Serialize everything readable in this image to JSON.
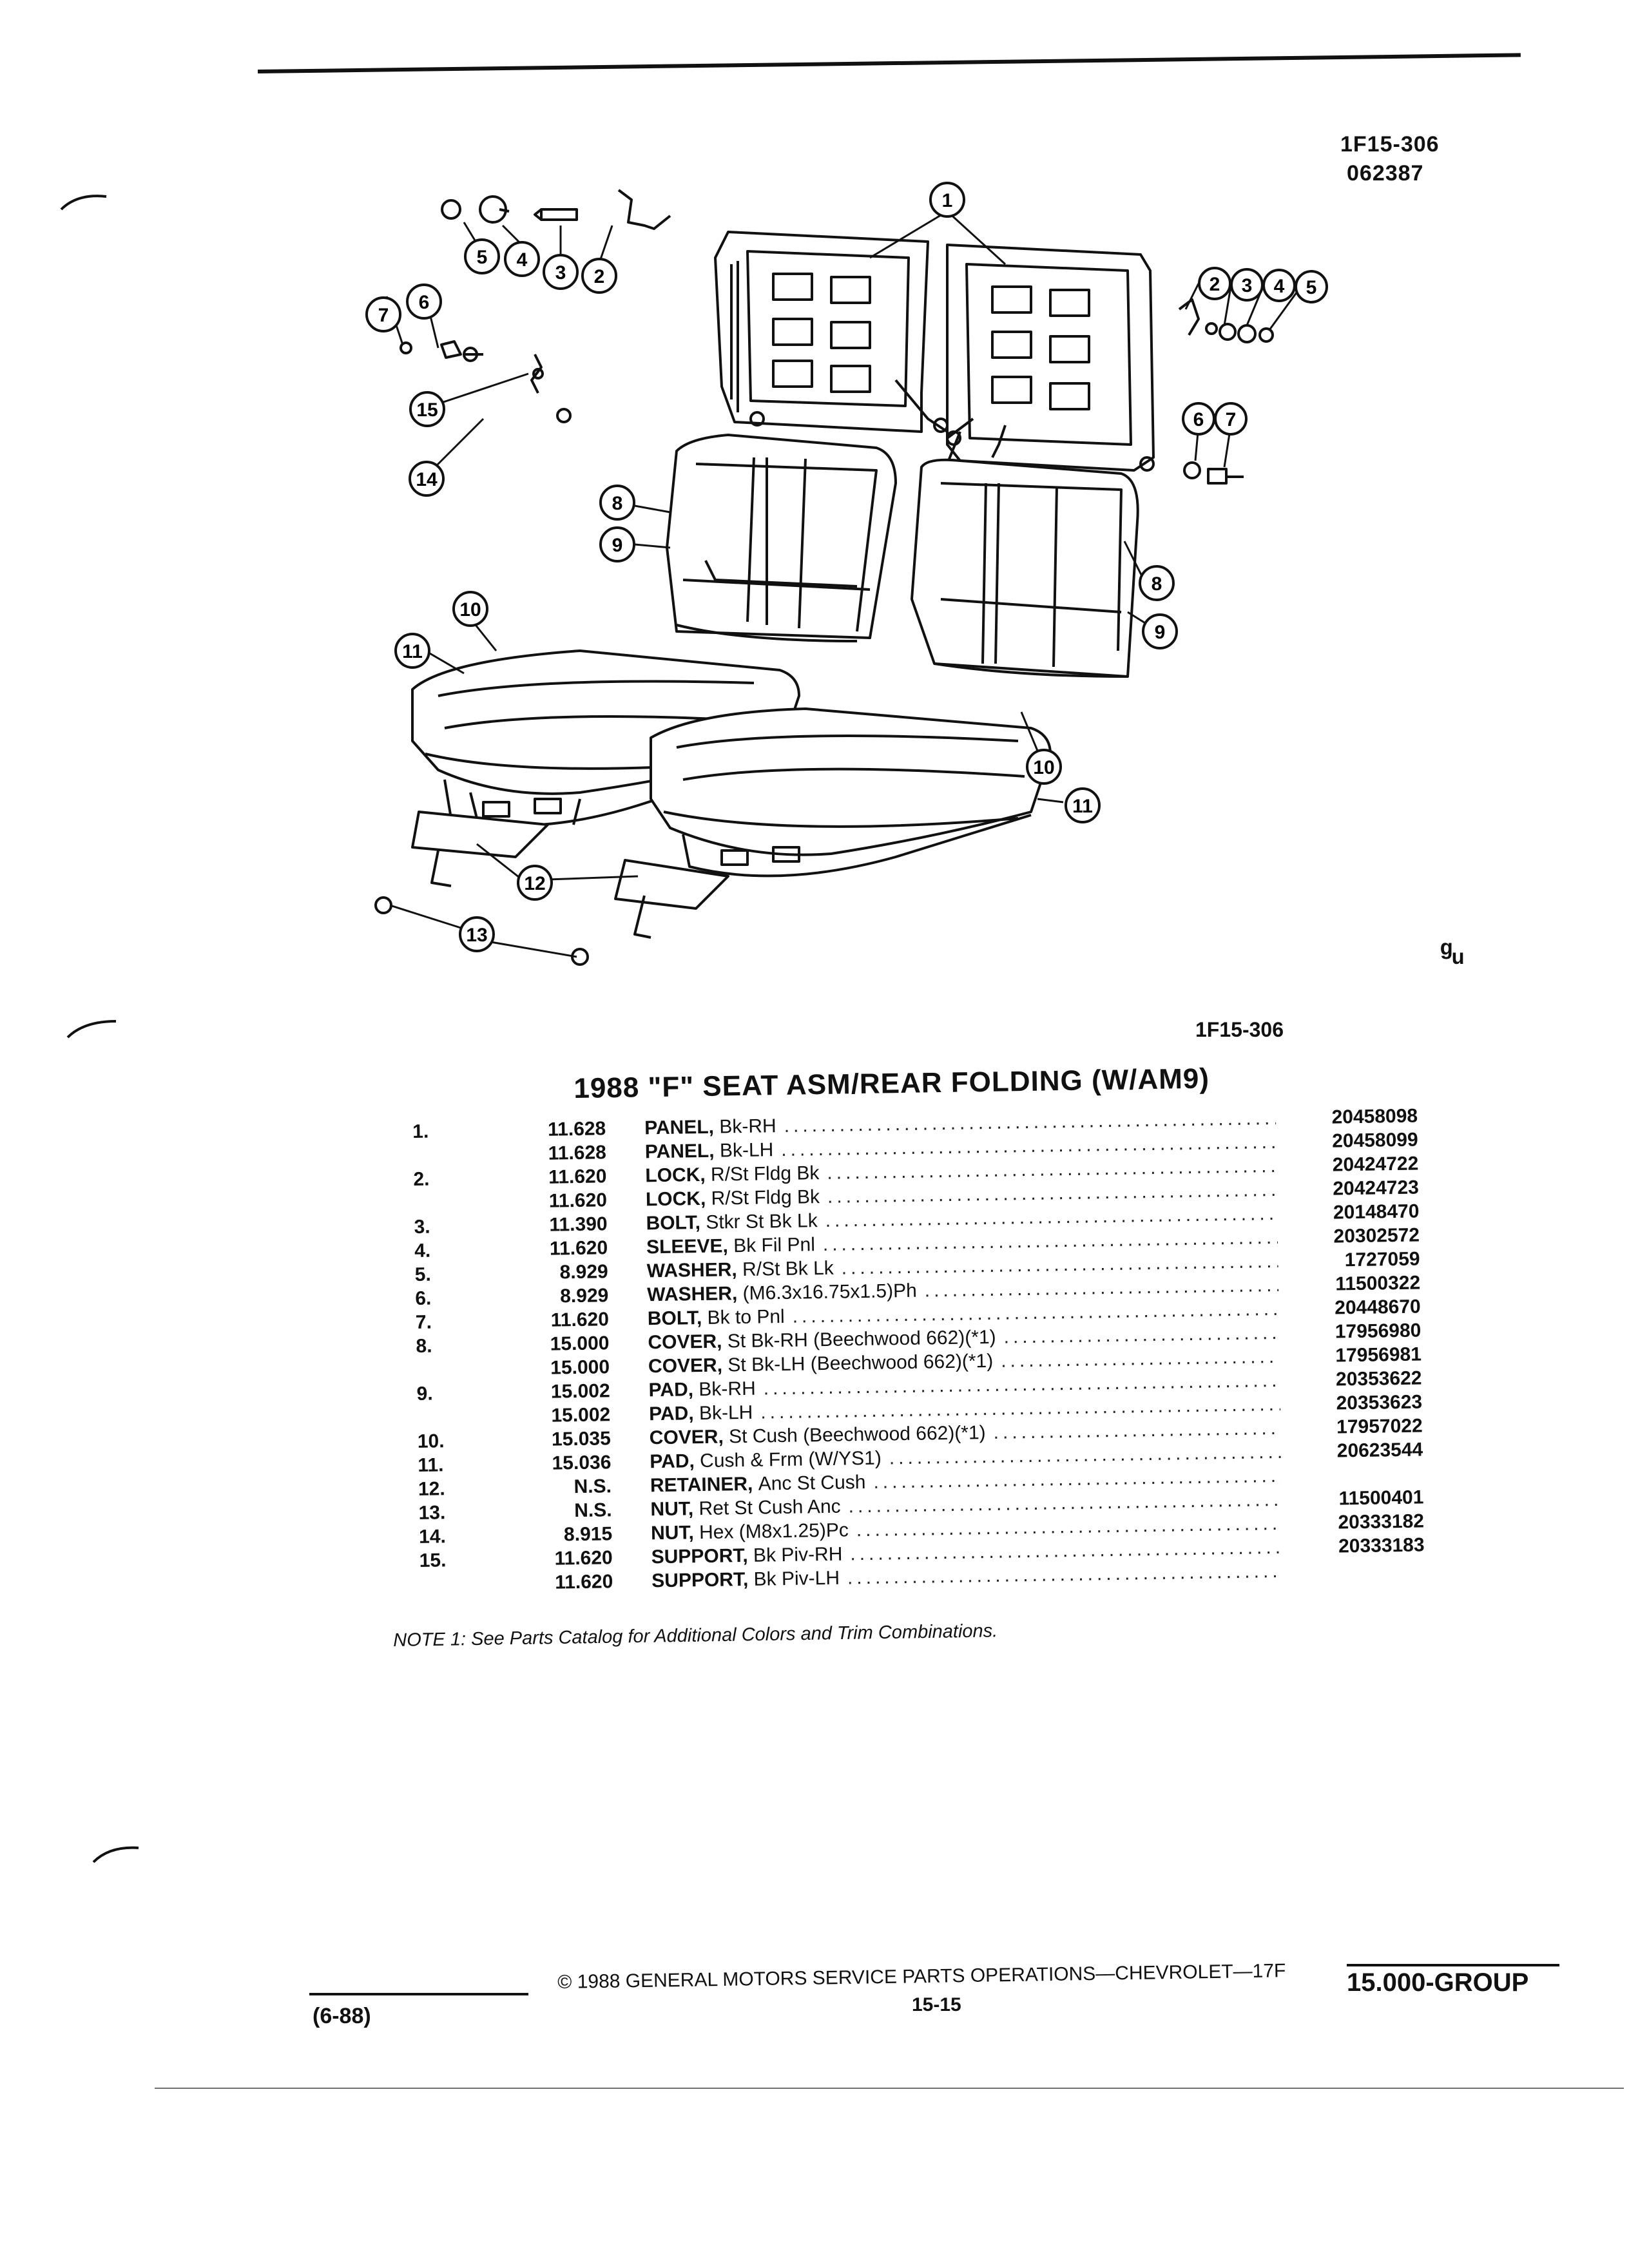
{
  "header": {
    "illustration_code": "1F15-306",
    "date_code": "062387"
  },
  "figure": {
    "caption_code": "1F15-306",
    "corner_mark": "ᵍᵤ",
    "callouts": [
      "1",
      "2",
      "3",
      "4",
      "5",
      "6",
      "7",
      "8",
      "9",
      "10",
      "11",
      "12",
      "13",
      "14",
      "15"
    ]
  },
  "title": "1988 \"F\" SEAT ASM/REAR FOLDING (W/AM9)",
  "parts": [
    {
      "item": "1.",
      "group": "11.628",
      "name": "PANEL,",
      "detail": "Bk-RH",
      "part": "20458098"
    },
    {
      "item": "",
      "group": "11.628",
      "name": "PANEL,",
      "detail": "Bk-LH",
      "part": "20458099"
    },
    {
      "item": "2.",
      "group": "11.620",
      "name": "LOCK,",
      "detail": "R/St Fldg Bk",
      "part": "20424722"
    },
    {
      "item": "",
      "group": "11.620",
      "name": "LOCK,",
      "detail": "R/St Fldg Bk",
      "part": "20424723"
    },
    {
      "item": "3.",
      "group": "11.390",
      "name": "BOLT,",
      "detail": "Stkr St Bk Lk",
      "part": "20148470"
    },
    {
      "item": "4.",
      "group": "11.620",
      "name": "SLEEVE,",
      "detail": "Bk Fil Pnl",
      "part": "20302572"
    },
    {
      "item": "5.",
      "group": "8.929",
      "name": "WASHER,",
      "detail": "R/St Bk Lk",
      "part": "1727059"
    },
    {
      "item": "6.",
      "group": "8.929",
      "name": "WASHER,",
      "detail": "(M6.3x16.75x1.5)Ph",
      "part": "11500322"
    },
    {
      "item": "7.",
      "group": "11.620",
      "name": "BOLT,",
      "detail": "Bk to Pnl",
      "part": "20448670"
    },
    {
      "item": "8.",
      "group": "15.000",
      "name": "COVER,",
      "detail": "St Bk-RH (Beechwood 662)(*1)",
      "part": "17956980"
    },
    {
      "item": "",
      "group": "15.000",
      "name": "COVER,",
      "detail": "St Bk-LH (Beechwood 662)(*1)",
      "part": "17956981"
    },
    {
      "item": "9.",
      "group": "15.002",
      "name": "PAD,",
      "detail": "Bk-RH",
      "part": "20353622"
    },
    {
      "item": "",
      "group": "15.002",
      "name": "PAD,",
      "detail": "Bk-LH",
      "part": "20353623"
    },
    {
      "item": "10.",
      "group": "15.035",
      "name": "COVER,",
      "detail": "St Cush (Beechwood 662)(*1)",
      "part": "17957022"
    },
    {
      "item": "11.",
      "group": "15.036",
      "name": "PAD,",
      "detail": "Cush & Frm (W/YS1)",
      "part": "20623544"
    },
    {
      "item": "12.",
      "group": "N.S.",
      "name": "RETAINER,",
      "detail": "Anc St Cush",
      "part": ""
    },
    {
      "item": "13.",
      "group": "N.S.",
      "name": "NUT,",
      "detail": "Ret St Cush Anc",
      "part": "11500401"
    },
    {
      "item": "14.",
      "group": "8.915",
      "name": "NUT,",
      "detail": "Hex (M8x1.25)Pc",
      "part": "20333182"
    },
    {
      "item": "15.",
      "group": "11.620",
      "name": "SUPPORT,",
      "detail": "Bk Piv-RH",
      "part": "20333183"
    },
    {
      "item": "",
      "group": "11.620",
      "name": "SUPPORT,",
      "detail": "Bk Piv-LH",
      "part": ""
    }
  ],
  "note": "NOTE 1: See Parts Catalog for Additional Colors and Trim Combinations.",
  "footer": {
    "copyright": "© 1988 GENERAL MOTORS SERVICE PARTS OPERATIONS—CHEVROLET—17F",
    "page": "15-15",
    "revision": "(6-88)",
    "group": "15.000-GROUP"
  }
}
